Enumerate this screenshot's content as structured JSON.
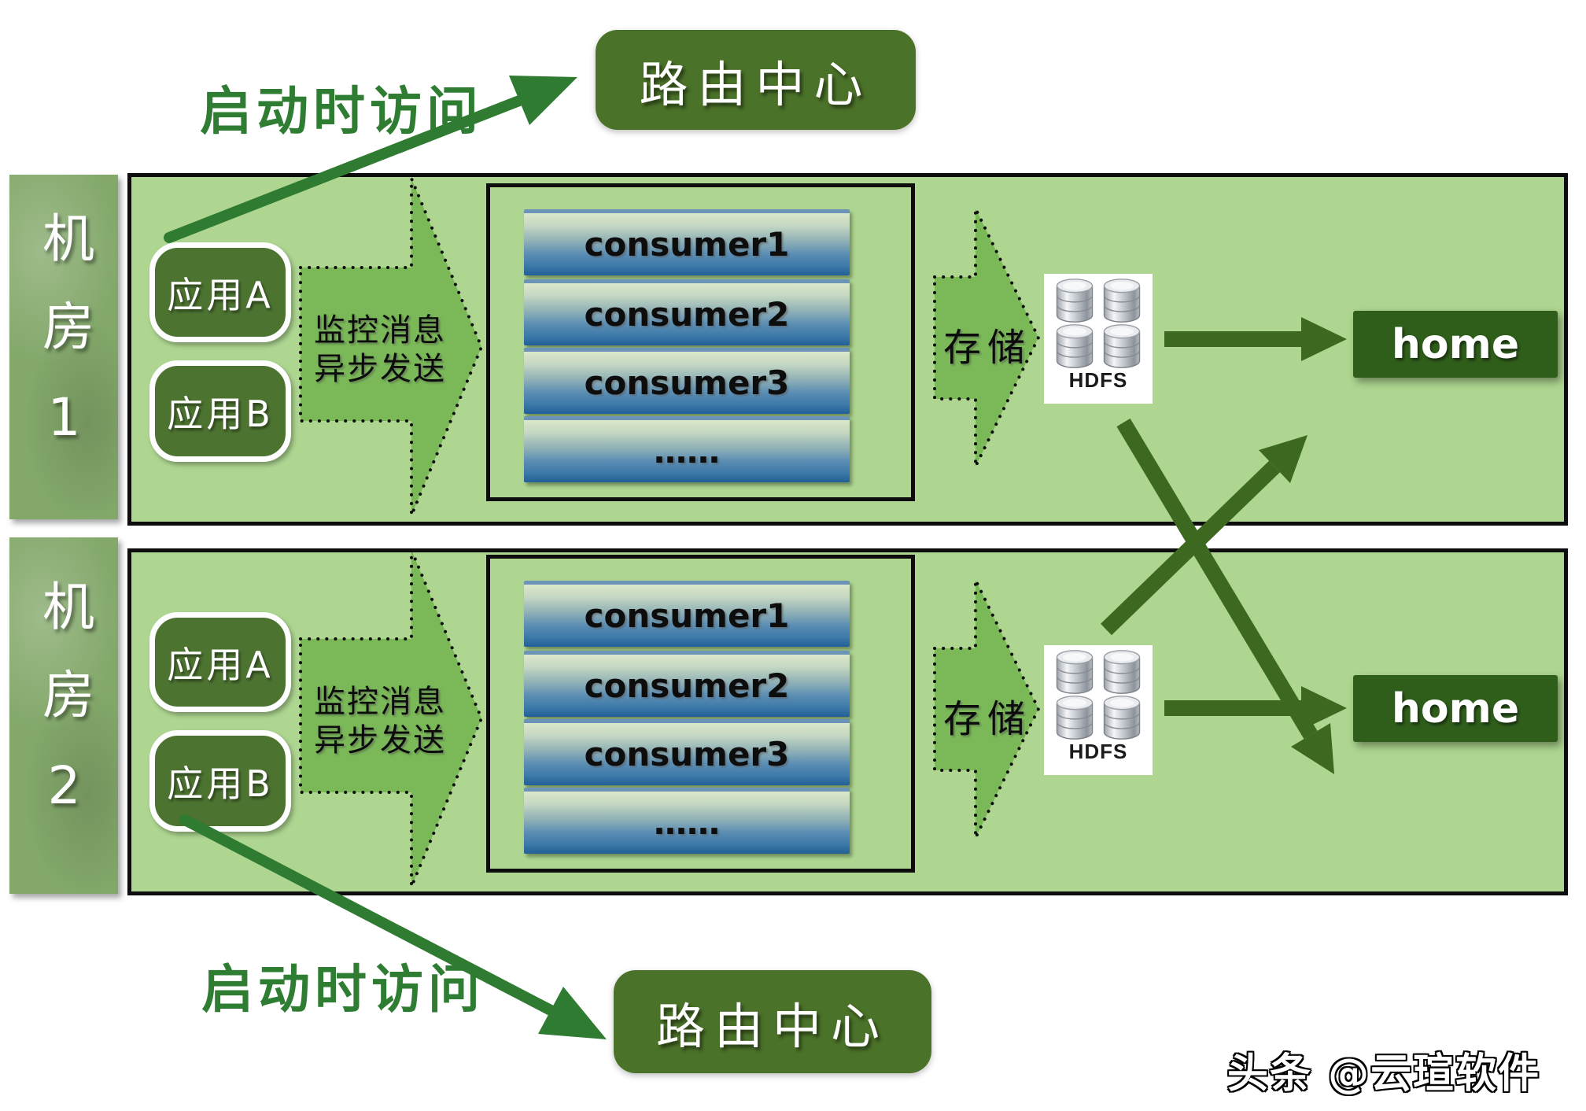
{
  "colors": {
    "room_fill": "#aed690",
    "room_border": "#0d0d0d",
    "sidebar_fill": "#83a86a",
    "app_fill": "#4d7331",
    "block_arrow_fill": "#7ab858",
    "router_fill": "#4b7229",
    "home_fill": "#2f5e1b",
    "solid_arrow_green": "#3c691f",
    "hand_arrow_green": "#2e7b31",
    "label_green": "#2e7d32",
    "consumer_bar_blue": "#215f96"
  },
  "top": {
    "startup_label": "启动时访问",
    "router_label": "路由中心"
  },
  "bottom": {
    "startup_label": "启动时访问",
    "router_label": "路由中心"
  },
  "watermark": "头条 @云瑄软件",
  "rooms": [
    {
      "sidebar_label": "机房1",
      "app_a": "应用A",
      "app_b": "应用B",
      "monitor_line1": "监控消息",
      "monitor_line2": "异步发送",
      "consumers": [
        "consumer1",
        "consumer2",
        "consumer3",
        "……"
      ],
      "storage_label": "存储",
      "hdfs_label": "HDFS",
      "home_label": "home"
    },
    {
      "sidebar_label": "机房2",
      "app_a": "应用A",
      "app_b": "应用B",
      "monitor_line1": "监控消息",
      "monitor_line2": "异步发送",
      "consumers": [
        "consumer1",
        "consumer2",
        "consumer3",
        "……"
      ],
      "storage_label": "存储",
      "hdfs_label": "HDFS",
      "home_label": "home"
    }
  ]
}
